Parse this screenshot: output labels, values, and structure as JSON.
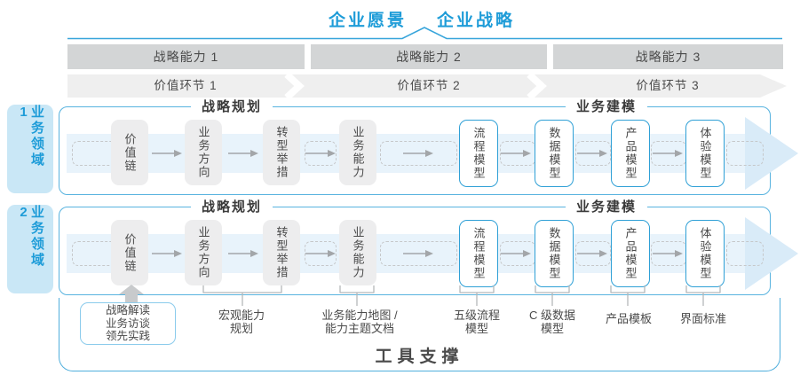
{
  "header": {
    "vision": "企业愿景",
    "strategy": "企业战略"
  },
  "capability_bar": {
    "segments": [
      "战略能力 1",
      "战略能力 2",
      "战略能力 3"
    ]
  },
  "value_bar": {
    "segments": [
      "价值环节 1",
      "价值环节 2",
      "价值环节 3"
    ]
  },
  "domains": [
    {
      "label": "业务领域 1"
    },
    {
      "label": "业务领域 2"
    }
  ],
  "rows": [
    {
      "phase_left": "战略规划",
      "phase_right": "业务建模",
      "boxes": [
        {
          "label": "价值链"
        },
        {
          "label": "业务方向"
        },
        {
          "label": "转型举措"
        },
        {
          "label": "业务能力"
        },
        {
          "label": "流程模型"
        },
        {
          "label": "数据模型"
        },
        {
          "label": "产品模型"
        },
        {
          "label": "体验模型"
        }
      ]
    },
    {
      "phase_left": "战略规划",
      "phase_right": "业务建模",
      "boxes": [
        {
          "label": "价值链"
        },
        {
          "label": "业务方向"
        },
        {
          "label": "转型举措"
        },
        {
          "label": "业务能力"
        },
        {
          "label": "流程模型"
        },
        {
          "label": "数据模型"
        },
        {
          "label": "产品模型"
        },
        {
          "label": "体验模型"
        }
      ]
    }
  ],
  "annotations": {
    "interview_box": [
      "战略解读",
      "业务访谈",
      "领先实践"
    ],
    "macro_capability": [
      "宏观能力",
      "规划"
    ],
    "capability_map": [
      "业务能力地图 /",
      "能力主题文档"
    ],
    "process_model": [
      "五级流程",
      "模型"
    ],
    "data_model": [
      "C 级数据",
      "模型"
    ],
    "product_template": "产品模板",
    "ui_standard": "界面标准"
  },
  "tool_support": {
    "label": "工具支撑"
  },
  "colors": {
    "accent_blue": "#1E9CD8",
    "row_border_blue": "#58B3DF",
    "band_blue": "#E8F3FB",
    "capability_bar_gray": "#D3D5D6",
    "value_bar_gray": "#EFEFEF",
    "box_gray": "#EDEDEE",
    "dark_text": "#4A4A4A"
  }
}
